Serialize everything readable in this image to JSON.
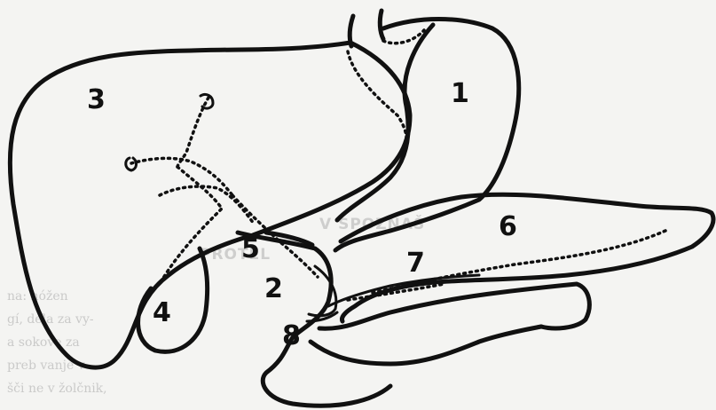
{
  "diagram": {
    "labels": [
      "1",
      "2",
      "3",
      "4",
      "5",
      "6",
      "7",
      "8"
    ],
    "ink_color": "#111111",
    "paper_color": "#f4f4f2"
  },
  "bleed_through": {
    "title_lines": [
      "V SPOZNAŠ",
      "PROTEL"
    ],
    "text_lines": [
      "na: nóžen",
      "gí, dela za vy-",
      "a sokove za",
      "preb vanje v",
      "šči ne v žolčnik,"
    ]
  }
}
